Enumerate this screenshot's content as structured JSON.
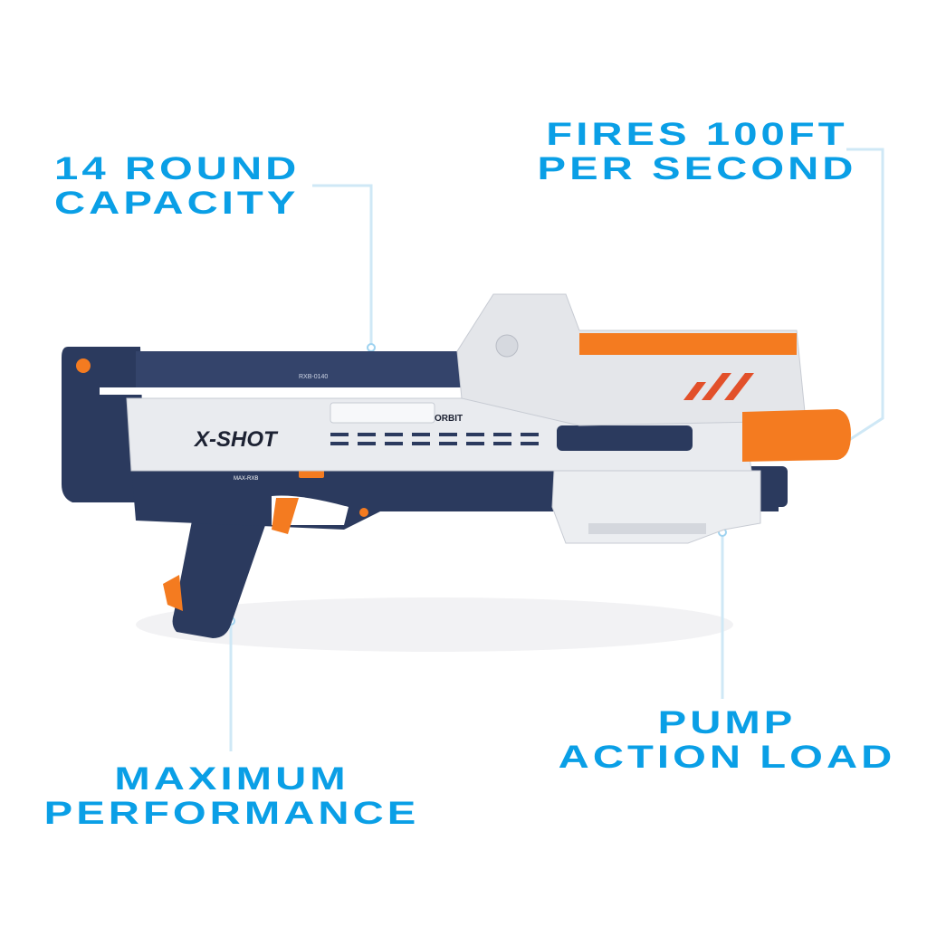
{
  "callouts": [
    {
      "line1": "14 ROUND",
      "line2": "CAPACITY"
    },
    {
      "line1": "FIRES 100FT",
      "line2": "PER SECOND"
    },
    {
      "line1": "MAXIMUM",
      "line2": "PERFORMANCE"
    },
    {
      "line1": "PUMP",
      "line2": "ACTION LOAD"
    }
  ],
  "product": {
    "brand_logo": "X-SHOT",
    "model": "ORBIT",
    "rail_text": "RXB-0140",
    "label": "MAX-RXB"
  },
  "colors": {
    "text": "#0a9fe6",
    "leader": "#cfe8f6",
    "navy": "#2b3a5e",
    "orange": "#f47b20",
    "white_body": "#e9ebef"
  }
}
